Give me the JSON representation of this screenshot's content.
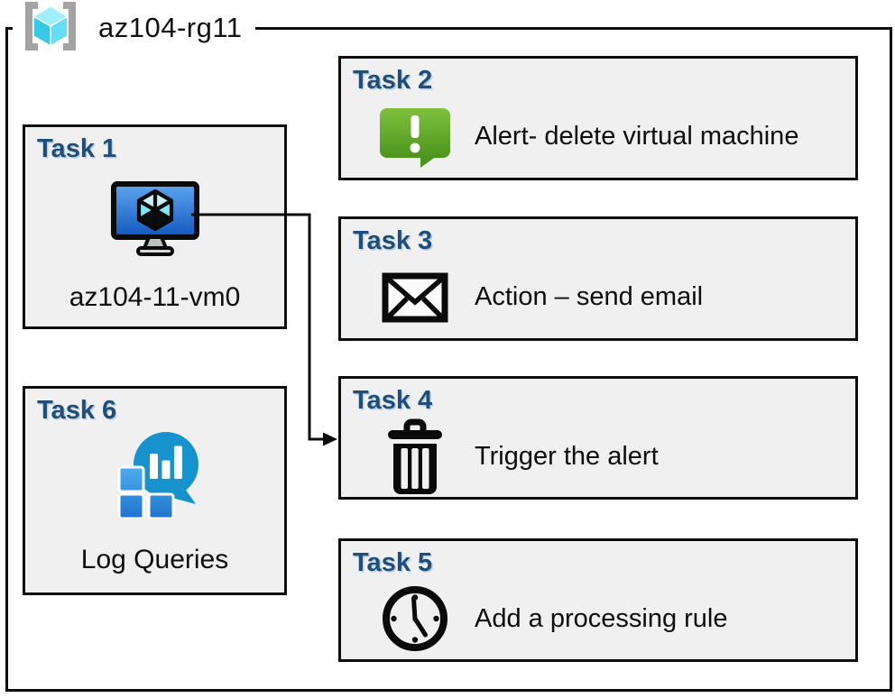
{
  "resource_group": {
    "label": "az104-rg11",
    "icon": "resource-group-icon"
  },
  "tasks": [
    {
      "id": "task-1",
      "title": "Task 1",
      "label": "az104-11-vm0",
      "icon": "virtual-machine-icon"
    },
    {
      "id": "task-2",
      "title": "Task 2",
      "label": "Alert- delete virtual machine",
      "icon": "alert-icon"
    },
    {
      "id": "task-3",
      "title": "Task 3",
      "label": "Action – send email",
      "icon": "email-icon"
    },
    {
      "id": "task-4",
      "title": "Task 4",
      "label": "Trigger the alert",
      "icon": "trash-icon"
    },
    {
      "id": "task-5",
      "title": "Task 5",
      "label": "Add a processing rule",
      "icon": "clock-icon"
    },
    {
      "id": "task-6",
      "title": "Task 6",
      "label": "Log Queries",
      "icon": "log-analytics-icon"
    }
  ],
  "connector": {
    "from": "Task 1",
    "to": "Task 4",
    "style": "elbow-arrow"
  },
  "colors": {
    "task_title_blue": "#1f4e79",
    "box_background": "#f0f0f0",
    "border_black": "#0d0d0d",
    "alert_green_light": "#7fc13e",
    "alert_green_dark": "#4c951d",
    "vm_screen_blue_light": "#5fa5f0",
    "vm_screen_blue_dark": "#1257be",
    "cube_cyan": "#7ee6f6",
    "log_bubble_teal": "#41d8f5",
    "log_bubble_blue": "#1693cc",
    "log_square_blue_light": "#4facec",
    "log_square_blue_dark": "#1e74cf",
    "rg_bracket_gray": "#a3a3a3",
    "rg_cube_light": "#9feffc",
    "rg_cube_mid": "#66ddf4",
    "rg_cube_dark": "#38c8e8"
  }
}
